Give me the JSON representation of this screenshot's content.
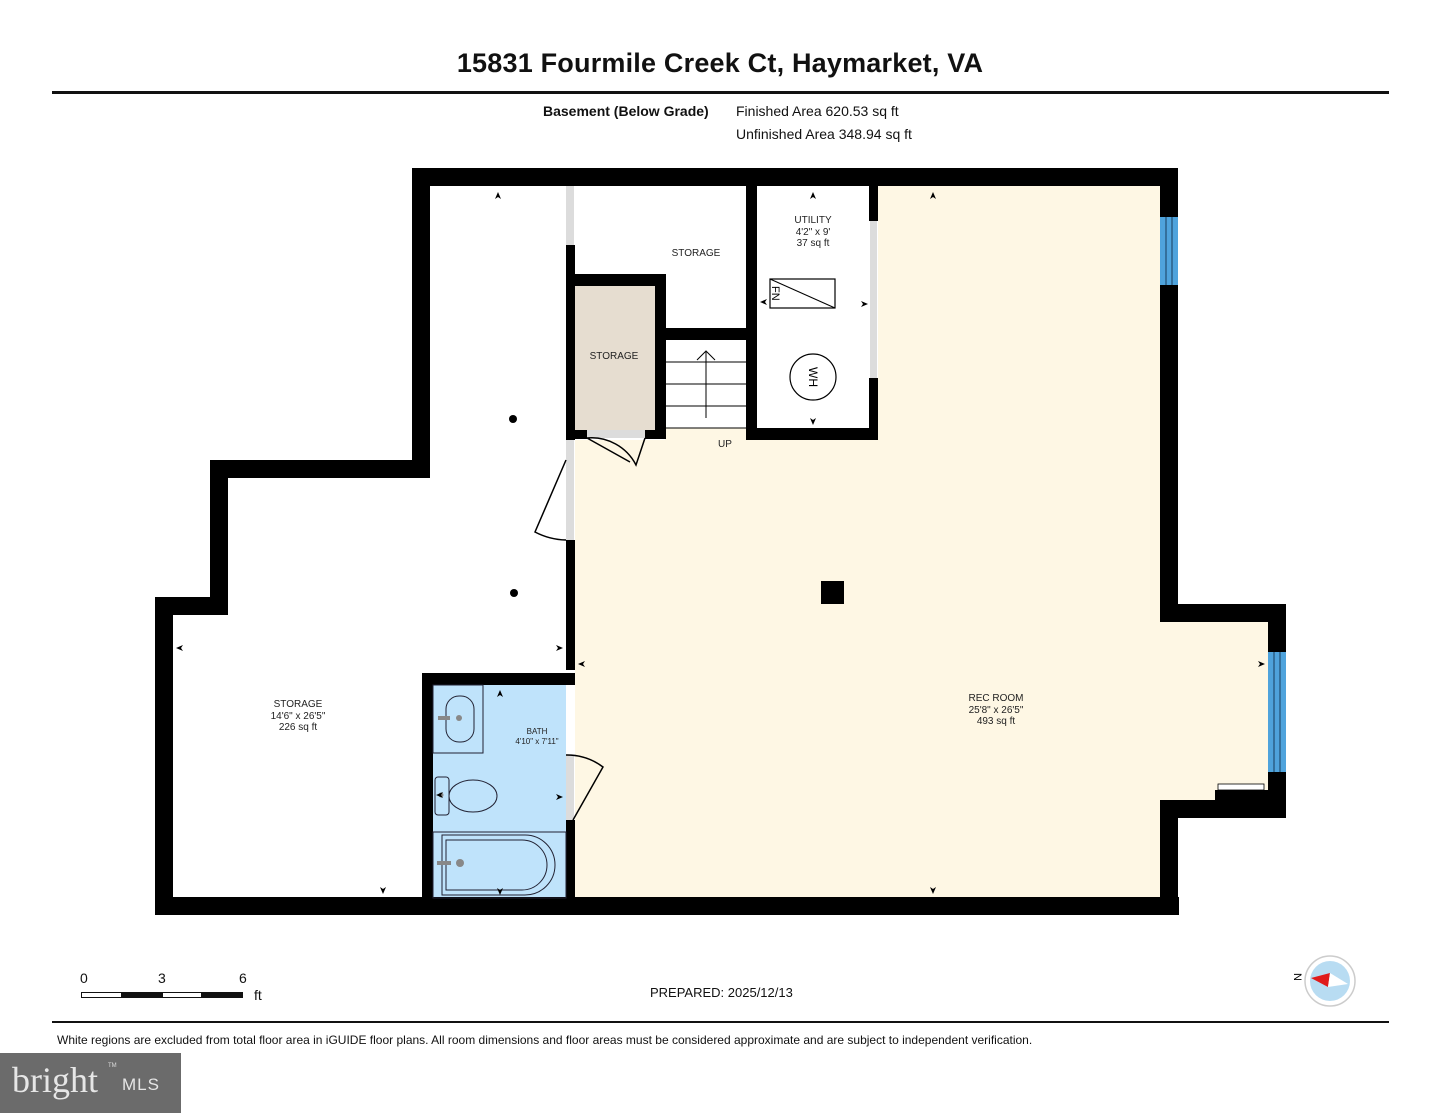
{
  "header": {
    "title": "15831 Fourmile Creek Ct, Haymarket, VA",
    "level": "Basement (Below Grade)",
    "finished_area": "Finished Area 620.53 sq ft",
    "unfinished_area": "Unfinished Area 348.94 sq ft"
  },
  "rooms": {
    "storage_left": {
      "name": "STORAGE",
      "dims": "14'6\" x 26'5\"",
      "area": "226 sq ft"
    },
    "storage_top": {
      "name": "STORAGE"
    },
    "storage_closet": {
      "name": "STORAGE"
    },
    "utility": {
      "name": "UTILITY",
      "dims": "4'2\" x 9'",
      "area": "37 sq ft"
    },
    "bath": {
      "name": "BATH",
      "dims": "4'10\" x 7'11\""
    },
    "rec_room": {
      "name": "REC ROOM",
      "dims": "25'8\" x 26'5\"",
      "area": "493 sq ft"
    },
    "stairs": {
      "label": "UP"
    }
  },
  "fixtures": {
    "furnace": "FN",
    "water_heater": "WH"
  },
  "colors": {
    "wall": "#000000",
    "rec_room_fill": "#fef7e4",
    "bath_fill": "#bfe3fb",
    "closet_fill": "#e6ddd0",
    "window": "#4fa3dc",
    "door_opening": "#dcdcdc"
  },
  "scale_bar": {
    "ticks": [
      "0",
      "3",
      "6"
    ],
    "unit": "ft"
  },
  "footer": {
    "prepared": "PREPARED: 2025/12/13",
    "disclaimer": "White regions are excluded from total floor area in iGUIDE floor plans. All room dimensions and floor areas must be considered approximate and are subject to independent verification."
  },
  "compass": {
    "label": "N",
    "icon": "compass-icon"
  },
  "watermark": {
    "brand": "bright",
    "suffix": "MLS",
    "tm": "TM"
  }
}
